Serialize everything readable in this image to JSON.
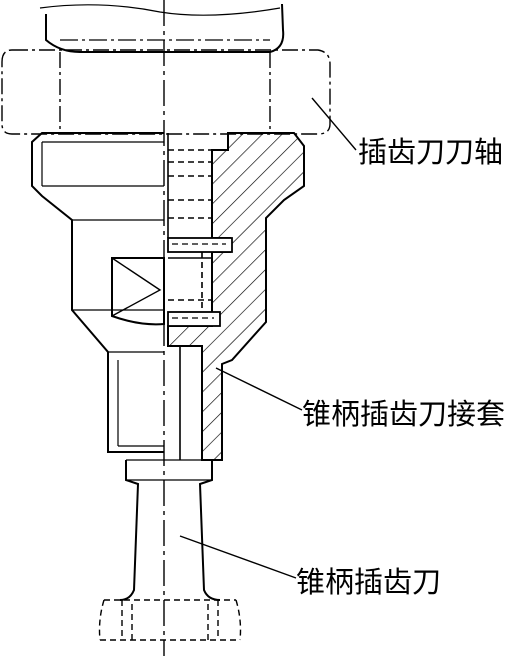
{
  "diagram": {
    "labels": {
      "shaft": "插齿刀刀轴",
      "adapter": "锥柄插齿刀接套",
      "cutter": "锥柄插齿刀"
    },
    "colors": {
      "line": "#000000",
      "background": "#ffffff"
    }
  }
}
